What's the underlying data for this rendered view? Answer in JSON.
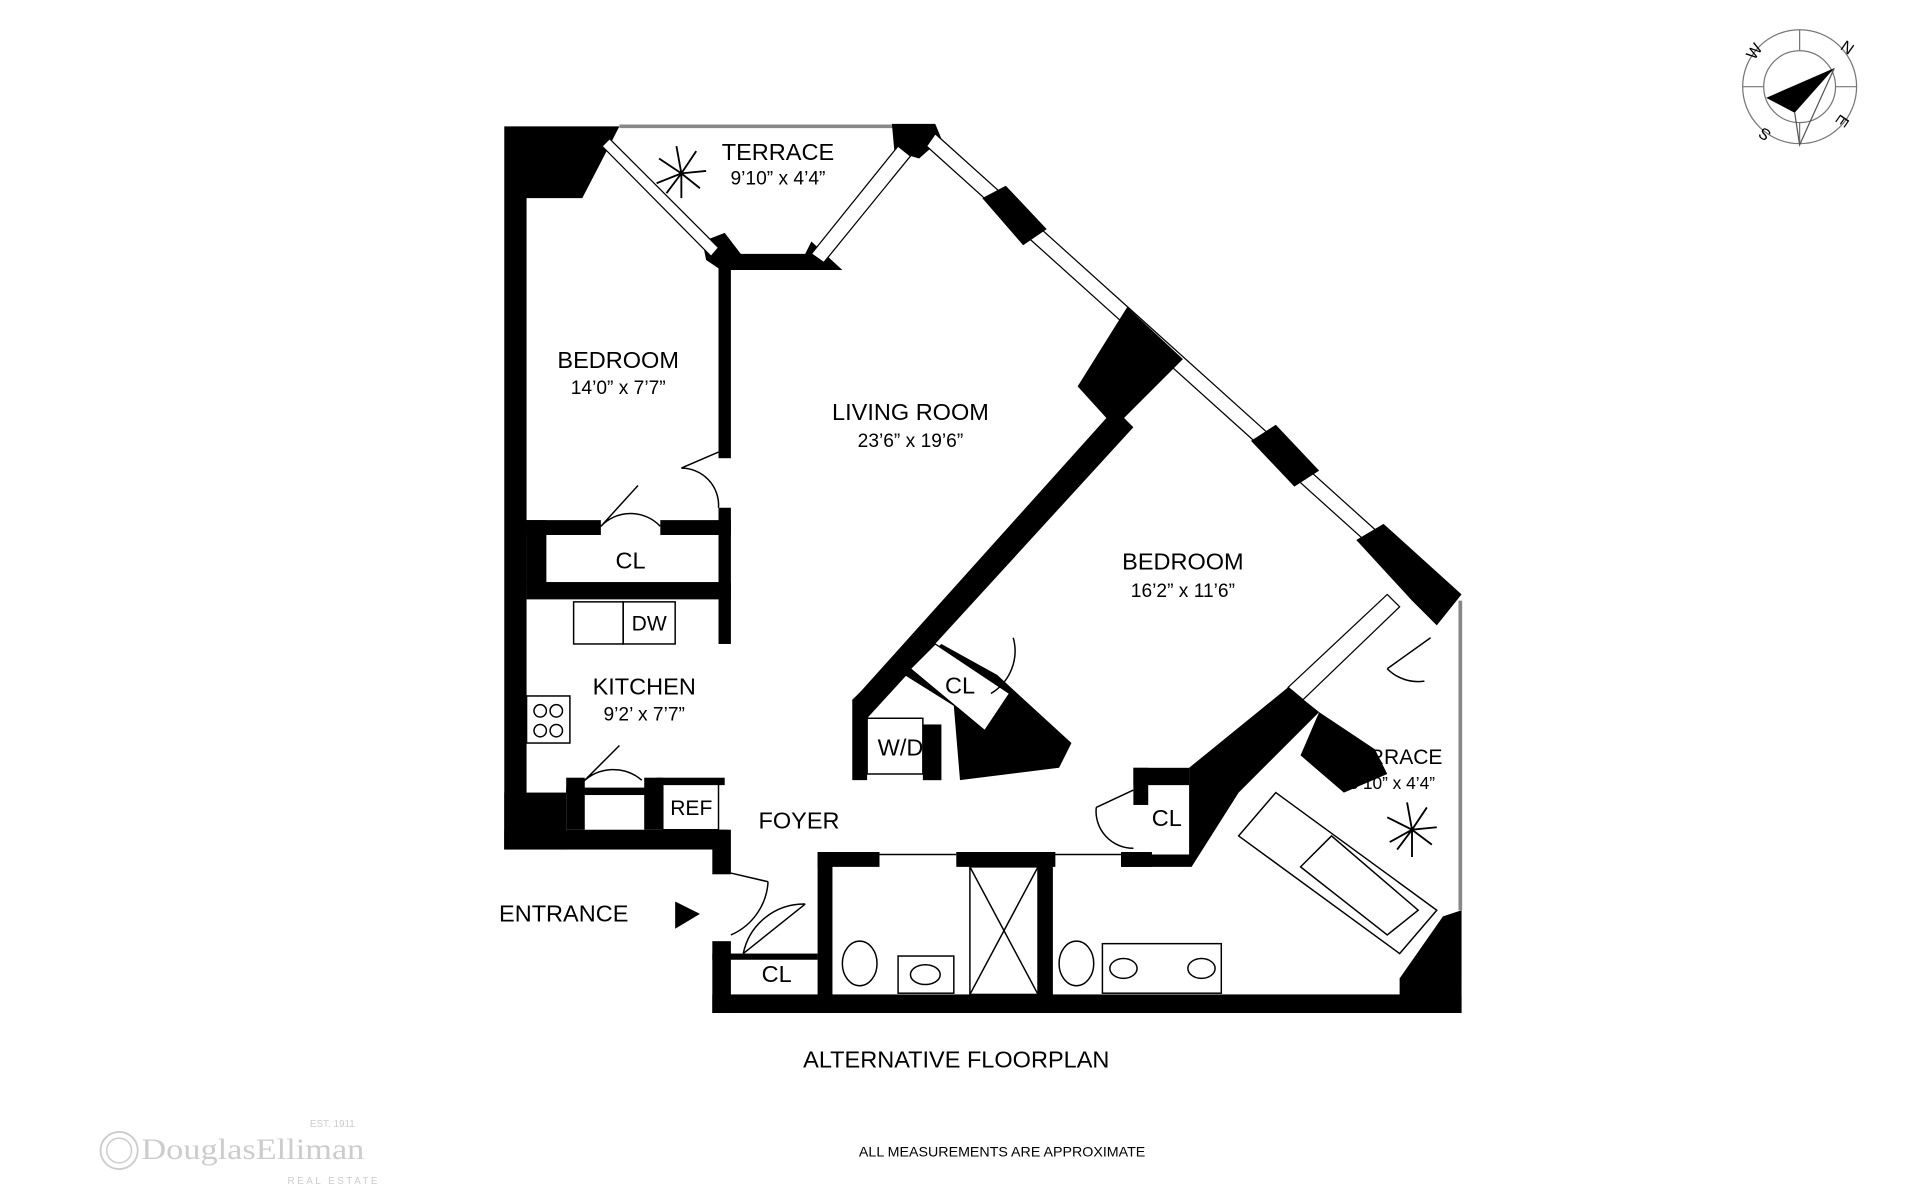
{
  "rooms": {
    "terrace_top": {
      "name": "TERRACE",
      "dim": "9’10” x 4’4”"
    },
    "bedroom_left": {
      "name": "BEDROOM",
      "dim": "14’0” x 7’7”"
    },
    "living_room": {
      "name": "LIVING ROOM",
      "dim": "23’6” x 19’6”"
    },
    "bedroom_right": {
      "name": "BEDROOM",
      "dim": "16’2” x 11’6”"
    },
    "kitchen": {
      "name": "KITCHEN",
      "dim": "9’2’ x 7’7”"
    },
    "terrace_right": {
      "name": "TERRACE",
      "dim": "9’10” x 4’4”"
    },
    "foyer": {
      "name": "FOYER"
    }
  },
  "fixtures": {
    "cl_bedroom": "CL",
    "dw": "DW",
    "ref": "REF",
    "cl_center": "CL",
    "wd": "W/D",
    "cl_right": "CL",
    "cl_entry": "CL"
  },
  "entrance": "ENTRANCE",
  "title": "ALTERNATIVE FLOORPLAN",
  "footer": "ALL MEASUREMENTS ARE APPROXIMATE",
  "compass": {
    "n": "N",
    "e": "E",
    "s": "S",
    "w": "W"
  },
  "logo": {
    "name": "DouglasElliman",
    "est": "EST. 1911",
    "sub": "REAL ESTATE"
  }
}
